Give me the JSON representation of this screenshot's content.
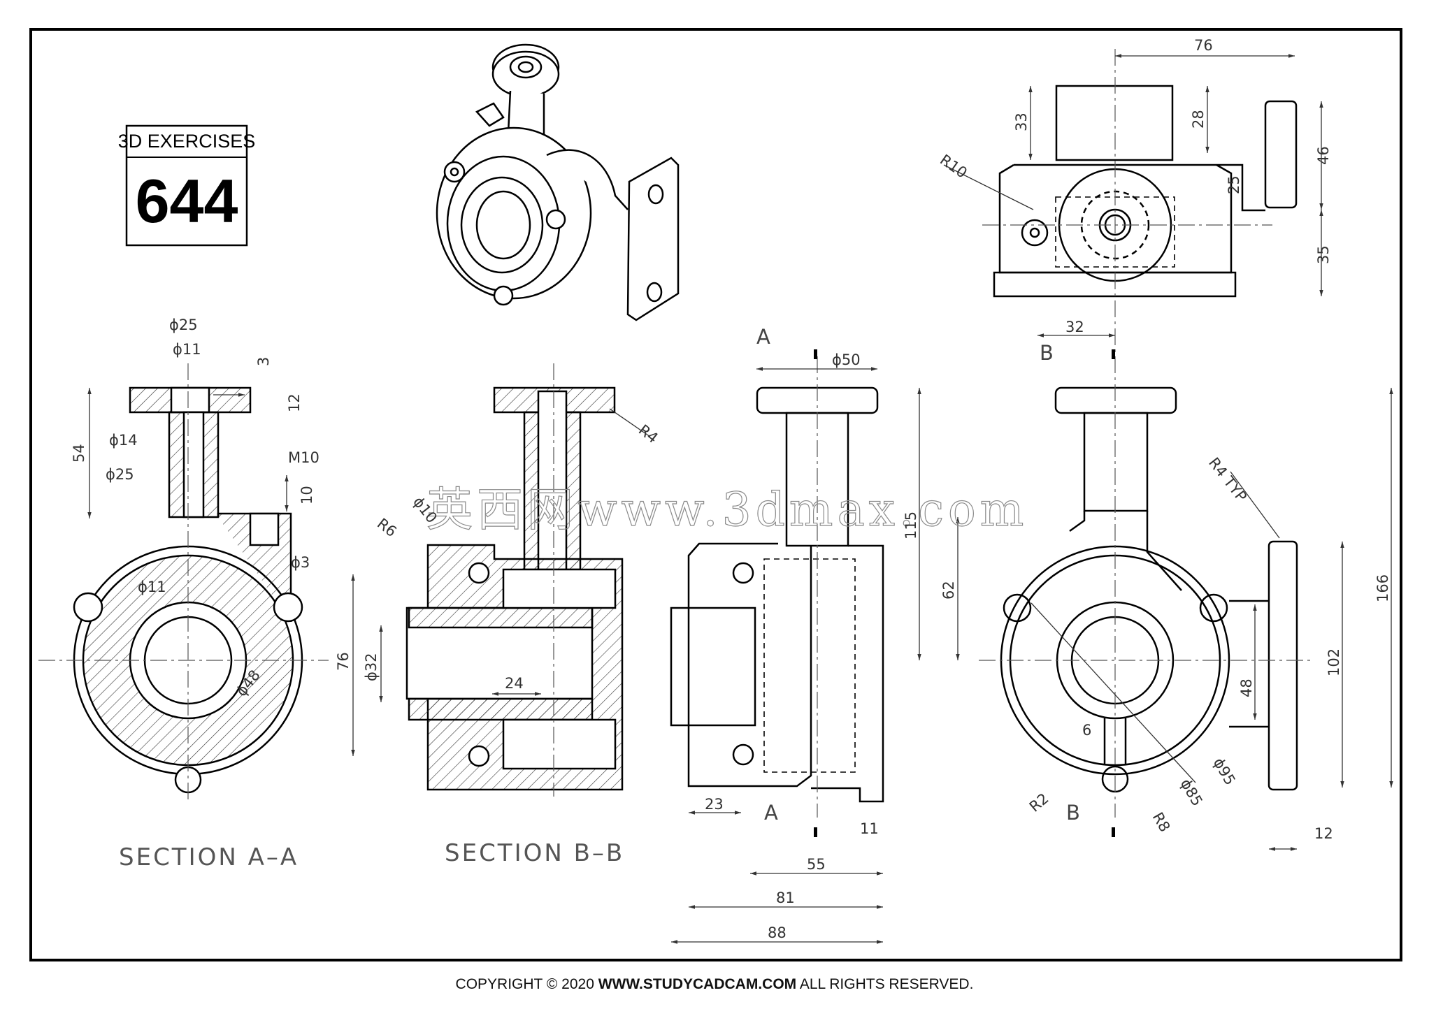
{
  "badge": {
    "title": "3D EXERCISES",
    "number": "644"
  },
  "sections": {
    "aa": "SECTION A–A",
    "bb": "SECTION B–B"
  },
  "cut_labels": {
    "a": "A",
    "b": "B"
  },
  "watermark": "英西网www.3dmax.com",
  "dimensions": {
    "top_view": {
      "d76": "76",
      "d33": "33",
      "d28": "28",
      "d25": "25",
      "d46": "46",
      "d35": "35",
      "d32": "32",
      "r10": "R10"
    },
    "section_aa": {
      "phi25_top": "ϕ25",
      "phi11_top": "ϕ11",
      "d3": "3",
      "d12": "12",
      "d54": "54",
      "phi14": "ϕ14",
      "phi25": "ϕ25",
      "m10": "M10",
      "d10": "10",
      "phi3": "ϕ3",
      "phi11_mid": "ϕ11",
      "phi48": "ϕ48"
    },
    "section_bb": {
      "r4": "R4",
      "r6": "R6",
      "phi10": "ϕ10",
      "d76": "76",
      "phi32": "ϕ32",
      "d24": "24"
    },
    "side_view": {
      "phi50": "ϕ50",
      "d23": "23",
      "d11": "11",
      "d55": "55",
      "d81": "81",
      "d88": "88"
    },
    "front_view": {
      "r4typ": "R4 TYP",
      "d115": "115",
      "d62": "62",
      "d166": "166",
      "d102": "102",
      "d48": "48",
      "d6": "6",
      "phi95": "ϕ95",
      "phi85": "ϕ85",
      "r2": "R2",
      "r8": "R8",
      "d12": "12"
    }
  },
  "footer": {
    "prefix": "COPYRIGHT © 2020 ",
    "site": "WWW.STUDYCADCAM.COM",
    "suffix": " ALL RIGHTS RESERVED."
  }
}
